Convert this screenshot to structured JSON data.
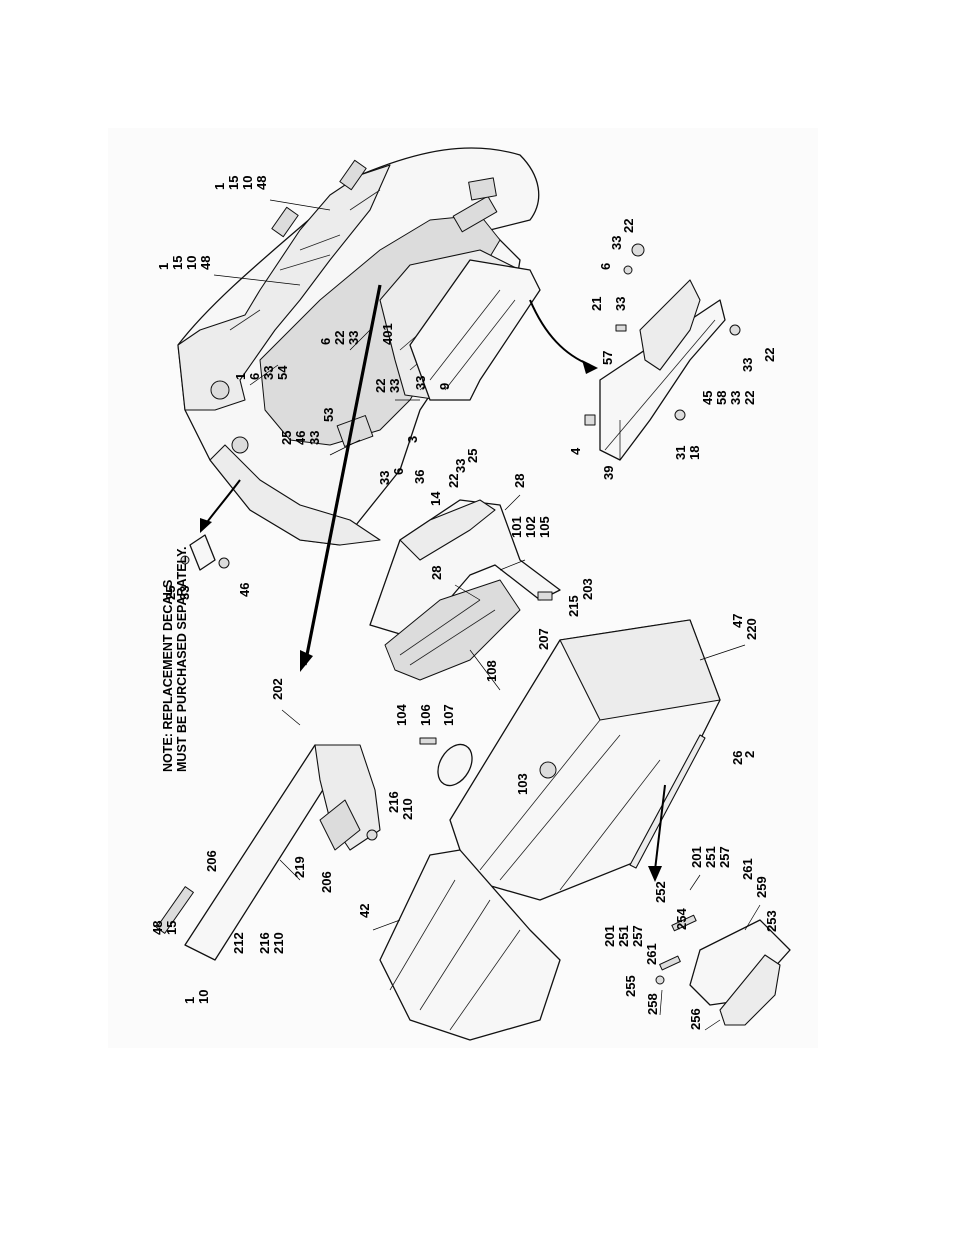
{
  "note": {
    "line1": "NOTE: REPLACEMENT DECALS",
    "line2": "MUST BE PURCHASED SEPARATELY."
  },
  "callouts": [
    {
      "id": "c1",
      "text": "1"
    },
    {
      "id": "c2",
      "text": "15"
    },
    {
      "id": "c3",
      "text": "10"
    },
    {
      "id": "c4",
      "text": "48"
    },
    {
      "id": "c5",
      "text": "1"
    },
    {
      "id": "c6",
      "text": "15"
    },
    {
      "id": "c7",
      "text": "10"
    },
    {
      "id": "c8",
      "text": "48"
    },
    {
      "id": "c9",
      "text": "22"
    },
    {
      "id": "c10",
      "text": "33"
    },
    {
      "id": "c11",
      "text": "6"
    },
    {
      "id": "c12",
      "text": "21"
    },
    {
      "id": "c13",
      "text": "33"
    },
    {
      "id": "c14",
      "text": "57"
    },
    {
      "id": "c15",
      "text": "45"
    },
    {
      "id": "c16",
      "text": "58"
    },
    {
      "id": "c17",
      "text": "33"
    },
    {
      "id": "c18",
      "text": "22"
    },
    {
      "id": "c19",
      "text": "33"
    },
    {
      "id": "c20",
      "text": "22"
    },
    {
      "id": "c21",
      "text": "4"
    },
    {
      "id": "c22",
      "text": "31"
    },
    {
      "id": "c23",
      "text": "18"
    },
    {
      "id": "c24",
      "text": "39"
    },
    {
      "id": "c25",
      "text": "1"
    },
    {
      "id": "c26",
      "text": "6"
    },
    {
      "id": "c27",
      "text": "33"
    },
    {
      "id": "c28",
      "text": "54"
    },
    {
      "id": "c29",
      "text": "6"
    },
    {
      "id": "c30",
      "text": "22"
    },
    {
      "id": "c31",
      "text": "33"
    },
    {
      "id": "c32",
      "text": "401"
    },
    {
      "id": "c33",
      "text": "22"
    },
    {
      "id": "c34",
      "text": "33"
    },
    {
      "id": "c35",
      "text": "33"
    },
    {
      "id": "c36",
      "text": "9"
    },
    {
      "id": "c37",
      "text": "25"
    },
    {
      "id": "c38",
      "text": "46"
    },
    {
      "id": "c39",
      "text": "33"
    },
    {
      "id": "c40",
      "text": "53"
    },
    {
      "id": "c41",
      "text": "3"
    },
    {
      "id": "c42",
      "text": "25"
    },
    {
      "id": "c43",
      "text": "33"
    },
    {
      "id": "c44",
      "text": "22"
    },
    {
      "id": "c45",
      "text": "33"
    },
    {
      "id": "c46",
      "text": "6"
    },
    {
      "id": "c47",
      "text": "36"
    },
    {
      "id": "c48",
      "text": "14"
    },
    {
      "id": "c49",
      "text": "28"
    },
    {
      "id": "c50",
      "text": "101"
    },
    {
      "id": "c51",
      "text": "102"
    },
    {
      "id": "c52",
      "text": "105"
    },
    {
      "id": "c53",
      "text": "28"
    },
    {
      "id": "c54",
      "text": "215"
    },
    {
      "id": "c55",
      "text": "203"
    },
    {
      "id": "c56",
      "text": "207"
    },
    {
      "id": "c57",
      "text": "108"
    },
    {
      "id": "c58",
      "text": "25"
    },
    {
      "id": "c59",
      "text": "33"
    },
    {
      "id": "c60",
      "text": "46"
    },
    {
      "id": "c61",
      "text": "47"
    },
    {
      "id": "c62",
      "text": "220"
    },
    {
      "id": "c63",
      "text": "202"
    },
    {
      "id": "c64",
      "text": "104"
    },
    {
      "id": "c65",
      "text": "106"
    },
    {
      "id": "c66",
      "text": "107"
    },
    {
      "id": "c67",
      "text": "103"
    },
    {
      "id": "c68",
      "text": "26"
    },
    {
      "id": "c69",
      "text": "2"
    },
    {
      "id": "c70",
      "text": "216"
    },
    {
      "id": "c71",
      "text": "210"
    },
    {
      "id": "c72",
      "text": "206"
    },
    {
      "id": "c73",
      "text": "219"
    },
    {
      "id": "c74",
      "text": "206"
    },
    {
      "id": "c75",
      "text": "48"
    },
    {
      "id": "c76",
      "text": "15"
    },
    {
      "id": "c77",
      "text": "212"
    },
    {
      "id": "c78",
      "text": "216"
    },
    {
      "id": "c79",
      "text": "210"
    },
    {
      "id": "c80",
      "text": "1"
    },
    {
      "id": "c81",
      "text": "10"
    },
    {
      "id": "c82",
      "text": "42"
    },
    {
      "id": "c83",
      "text": "201"
    },
    {
      "id": "c84",
      "text": "251"
    },
    {
      "id": "c85",
      "text": "257"
    },
    {
      "id": "c86",
      "text": "261"
    },
    {
      "id": "c87",
      "text": "252"
    },
    {
      "id": "c88",
      "text": "254"
    },
    {
      "id": "c89",
      "text": "259"
    },
    {
      "id": "c90",
      "text": "253"
    },
    {
      "id": "c91",
      "text": "201"
    },
    {
      "id": "c92",
      "text": "251"
    },
    {
      "id": "c93",
      "text": "257"
    },
    {
      "id": "c94",
      "text": "261"
    },
    {
      "id": "c95",
      "text": "255"
    },
    {
      "id": "c96",
      "text": "258"
    },
    {
      "id": "c97",
      "text": "256"
    }
  ]
}
